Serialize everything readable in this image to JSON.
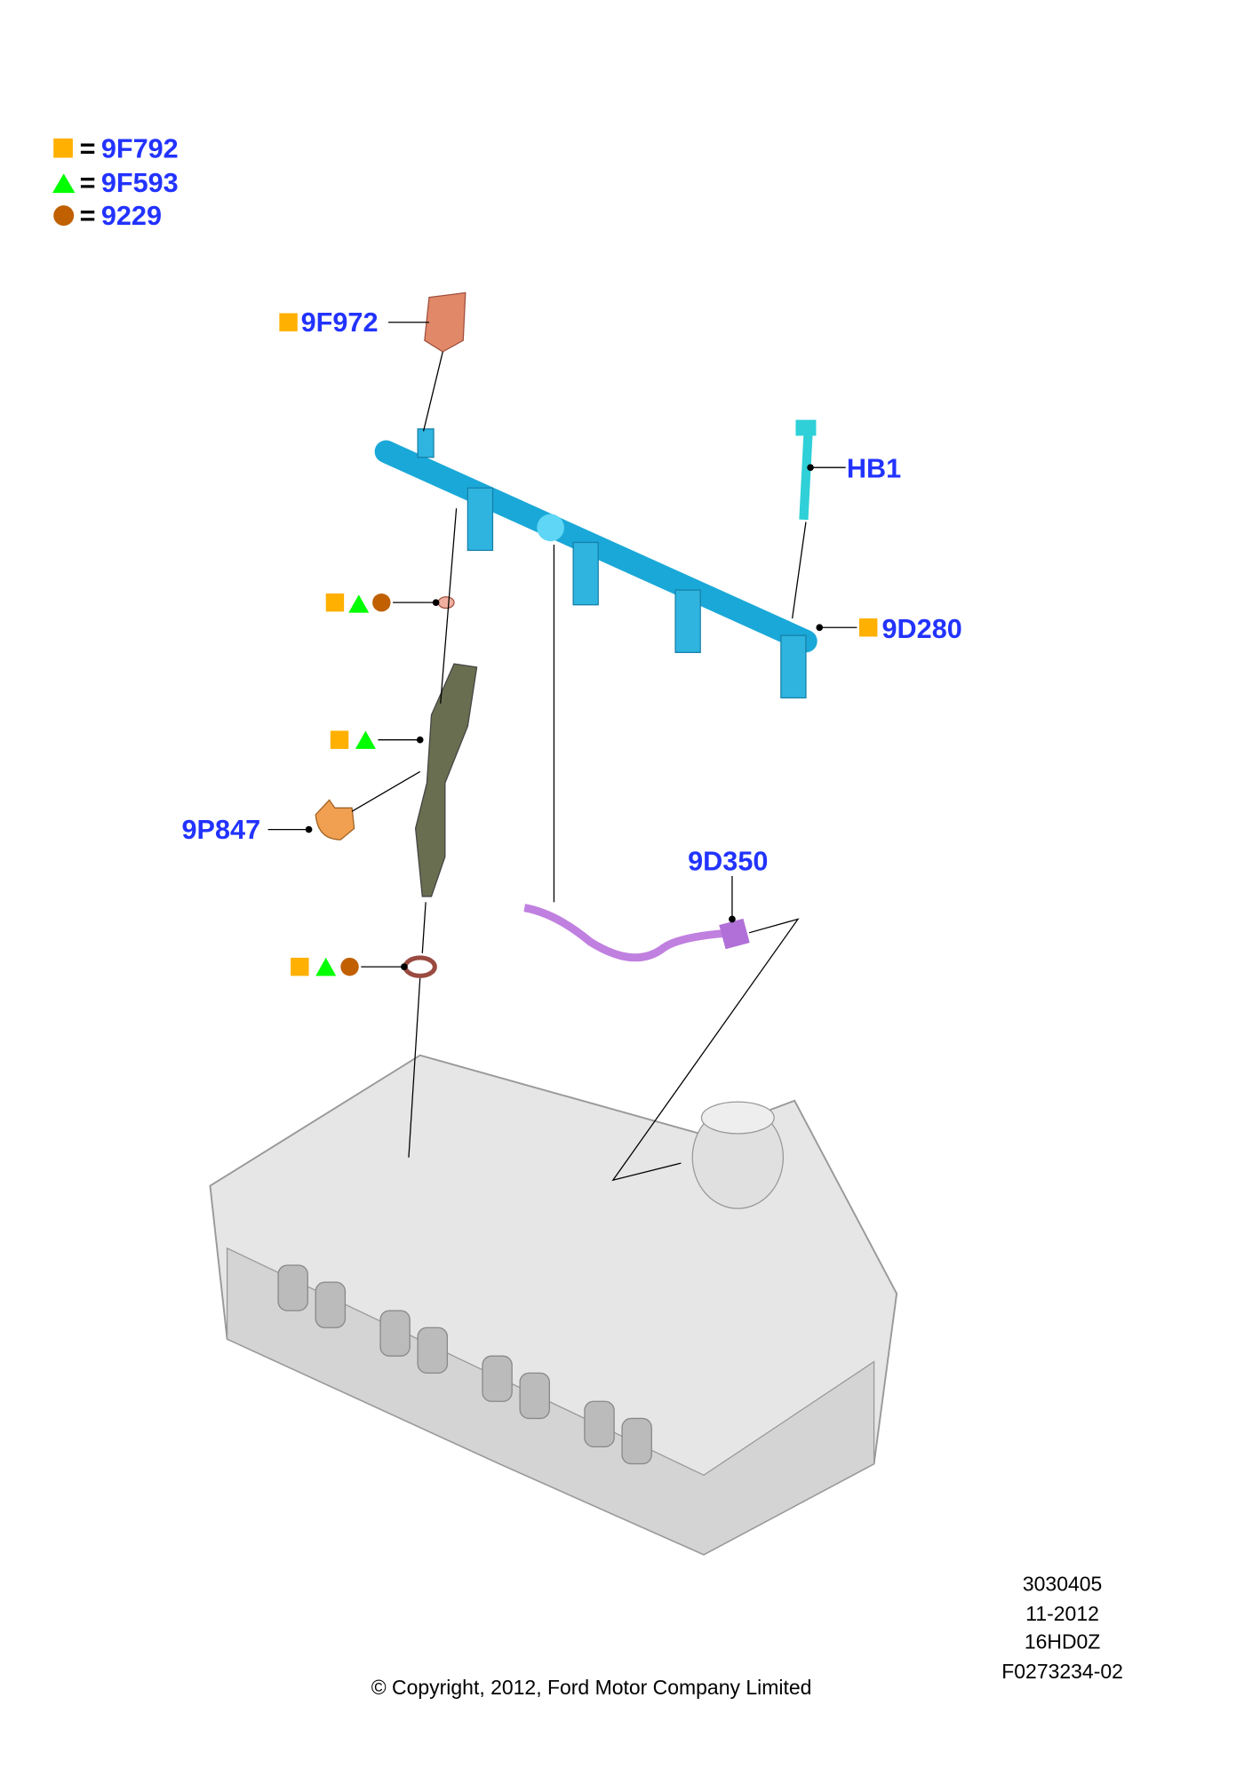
{
  "legend": [
    {
      "symbol": "square",
      "color": "#ffb000",
      "eq": "=",
      "part": "9F792"
    },
    {
      "symbol": "triangle",
      "color": "#00ff00",
      "eq": "=",
      "part": "9F593"
    },
    {
      "symbol": "circle",
      "color": "#c06000",
      "eq": "=",
      "part": "9229"
    }
  ],
  "callouts": {
    "sensor": "9F972",
    "bolt": "HB1",
    "rail": "9D280",
    "clip": "9P847",
    "pipe": "9D350"
  },
  "meta": {
    "code1": "3030405",
    "date": "11-2012",
    "code2": "16HD0Z",
    "code3": "F0273234-02",
    "copyright": "© Copyright, 2012, Ford Motor Company Limited"
  }
}
